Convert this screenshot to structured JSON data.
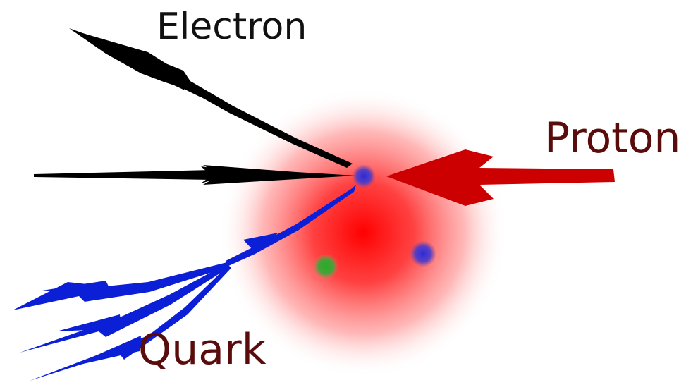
{
  "labels": {
    "electron": "Electron",
    "proton": "Proton",
    "quark": "Quark"
  },
  "colors": {
    "proton_glow": "#ff0000",
    "electron_arrows": "#000000",
    "quark_jets": "#0b1fd6",
    "proton_arrow": "#cc0000",
    "quark_dot_blue": "#3c3ccc",
    "quark_dot_green": "#2fa82f",
    "label_dark_red": "#5a0b0b",
    "label_black": "#111111"
  }
}
